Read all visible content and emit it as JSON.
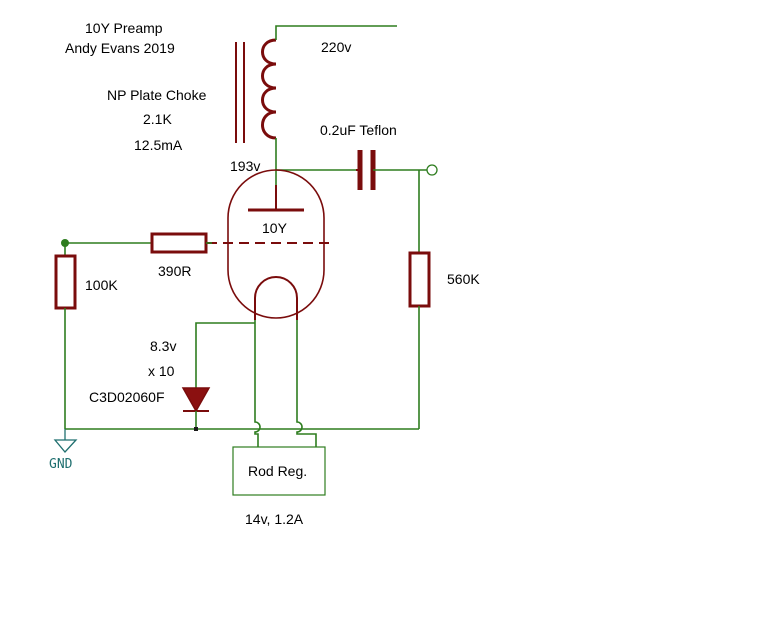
{
  "title": {
    "line1": "10Y Preamp",
    "line2": "Andy Evans 2019"
  },
  "choke": {
    "name": "NP Plate Choke",
    "value": "2.1K",
    "current": "12.5mA"
  },
  "supply_voltage": "220v",
  "plate_voltage": "193v",
  "coupling_cap": "0.2uF Teflon",
  "tube": "10Y",
  "grid_stopper": "390R",
  "grid_resistor": "100K",
  "output_resistor": "560K",
  "bias_voltage": "8.3v",
  "diode_count": "x 10",
  "diode_part": "C3D02060F",
  "ground_label": "GND",
  "regulator": {
    "label": "Rod Reg.",
    "rating": "14v, 1.2A"
  },
  "colors": {
    "wire": "#2e7d1f",
    "component": "#7a0c0c",
    "ground": "#1f6f6f"
  }
}
